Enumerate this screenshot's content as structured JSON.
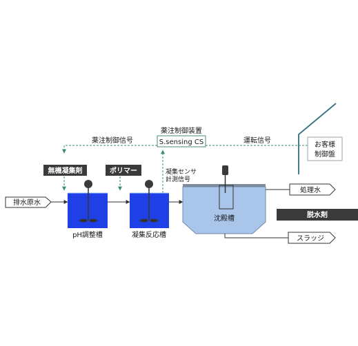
{
  "labels": {
    "drug_control_device": "薬注制御装置",
    "s_sensing": "S.sensing CS",
    "drug_control_signal": "薬注制御信号",
    "operation_signal": "運転信号",
    "customer_panel_line1": "お客様",
    "customer_panel_line2": "制御盤",
    "inorganic_coagulant": "無機凝集剤",
    "polymer": "ポリマー",
    "sensor_line1": "凝集センサ",
    "sensor_line2": "計測信号",
    "raw_wastewater": "排水原水",
    "ph_tank": "pH調整槽",
    "coag_tank": "凝集反応槽",
    "settling_tank": "沈殿槽",
    "treated_water": "処理水",
    "dewatering_agent": "脱水剤",
    "sludge": "スラッジ"
  },
  "colors": {
    "water_blue": "#1e40e6",
    "settler_blue": "#a9c6ea",
    "dark_box": "#3a3a3a",
    "signal_green": "#3a8a7a",
    "panel_line": "#2f6f7f"
  }
}
